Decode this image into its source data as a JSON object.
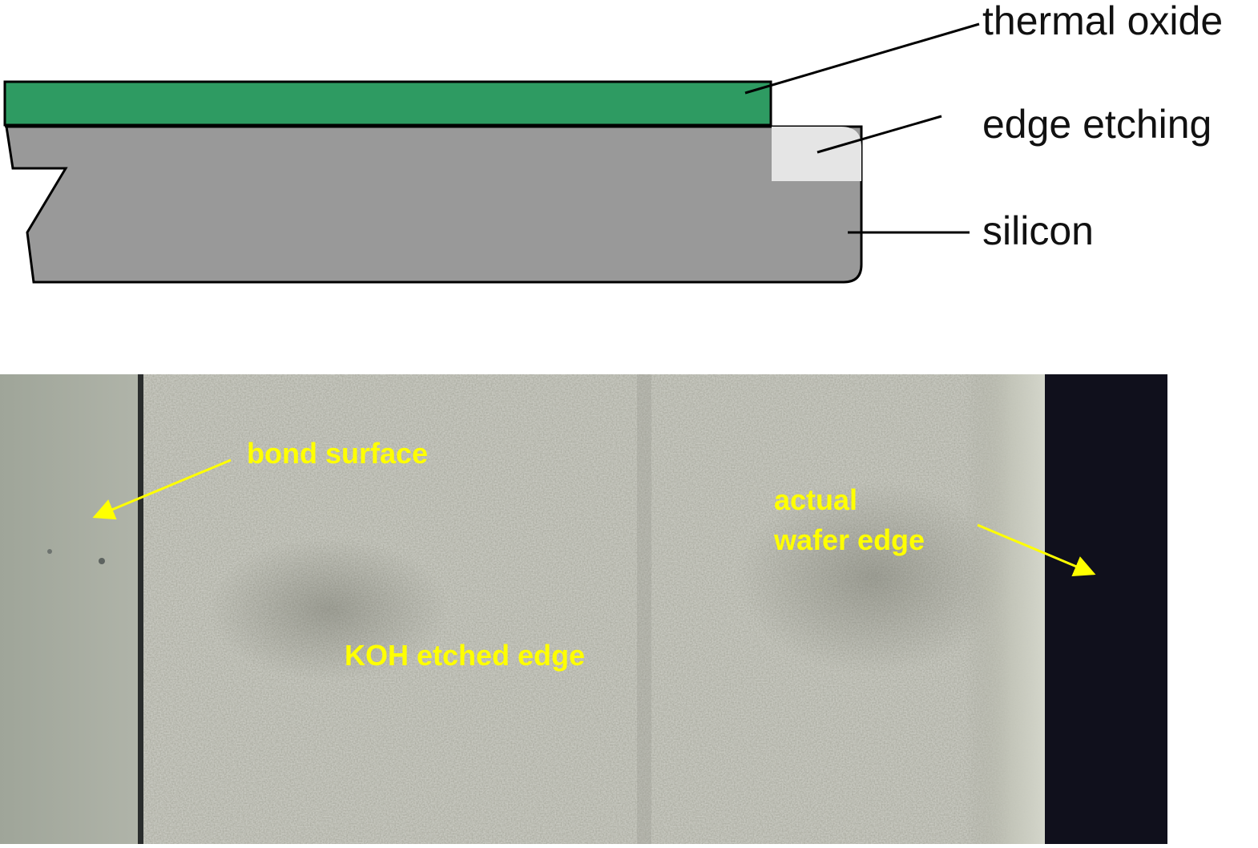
{
  "schematic": {
    "labels": {
      "thermal_oxide": "thermal oxide",
      "edge_etching": "edge etching",
      "silicon": "silicon"
    },
    "colors": {
      "oxide": "#2e9b62",
      "silicon": "#999999",
      "edge_etch": "#e5e5e5",
      "outline": "#000000"
    }
  },
  "micrograph": {
    "labels": {
      "bond_surface": "bond surface",
      "actual_line1": "actual",
      "actual_line2": "wafer edge",
      "koh": "KOH etched edge"
    },
    "colors": {
      "label": "#ffff00",
      "bond_region": "#a7aca1",
      "etched_region": "#a4a59a",
      "dark_edge": "#10101c"
    }
  }
}
